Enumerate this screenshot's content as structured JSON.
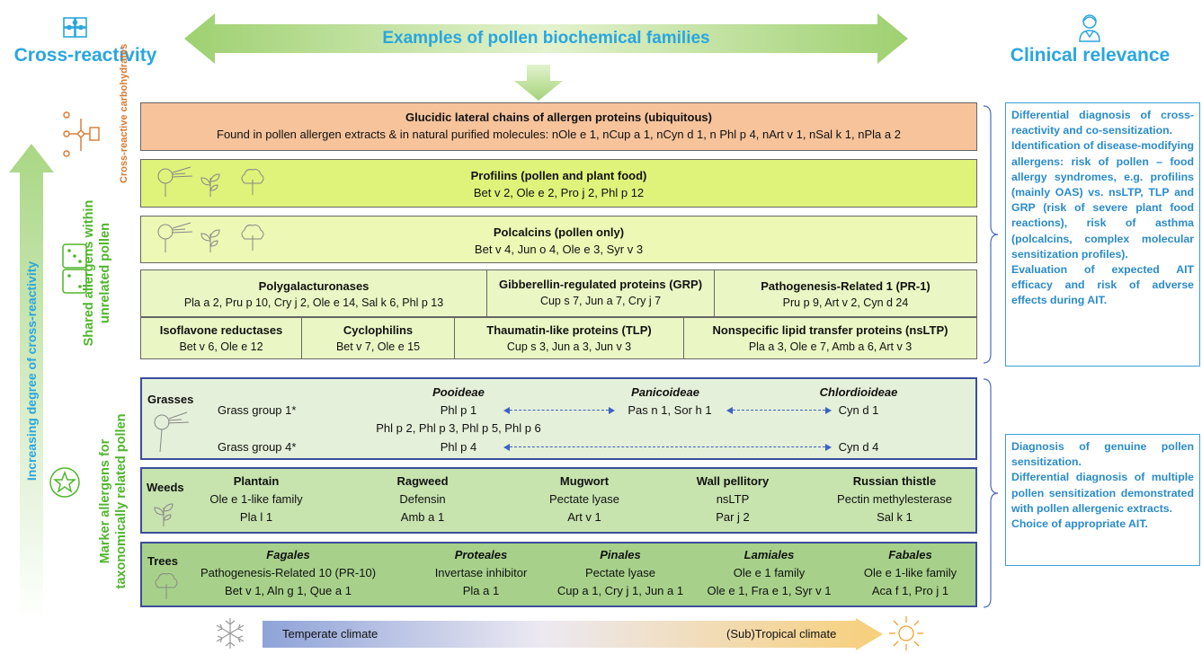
{
  "header": {
    "left_title": "Cross-reactivity",
    "center_title": "Examples of pollen biochemical families",
    "right_title": "Clinical relevance"
  },
  "left_axis": {
    "label": "Increasing degree of cross-reactivity",
    "section_carb": "Cross-reactive carbohydrates",
    "section_shared_1": "Shared allergens within",
    "section_shared_2": "unrelated pollen",
    "section_marker_1": "Marker allergens for",
    "section_marker_2": "taxonomically related pollen"
  },
  "rows": {
    "carb": {
      "title": "Glucidic lateral chains of allergen proteins (ubiquitous)",
      "text": "Found in pollen allergen extracts & in natural purified molecules: nOle e 1, nCup a 1, nCyn d 1, n Phl p 4, nArt v 1, nSal k 1, nPla a 2"
    },
    "profilins": {
      "title": "Profilins (pollen and plant food)",
      "text": "Bet v 2, Ole e 2, Pro j 2, Phl p 12"
    },
    "polcalcins": {
      "title": "Polcalcins (pollen only)",
      "text": "Bet v 4, Jun o 4, Ole e 3, Syr v 3"
    },
    "polygal": {
      "title": "Polygalacturonases",
      "text": "Pla a 2, Pru p 10, Cry j 2, Ole e 14, Sal k 6, Phl p 13"
    },
    "grp": {
      "title": "Gibberellin-regulated proteins (GRP)",
      "text": "Cup s 7, Jun a 7, Cry j 7"
    },
    "pr1": {
      "title": "Pathogenesis-Related 1 (PR-1)",
      "text": "Pru p 9, Art v 2, Cyn d 24"
    },
    "isoflavone": {
      "title": "Isoflavone reductases",
      "text": "Bet v 6, Ole e 12"
    },
    "cyclophilins": {
      "title": "Cyclophilins",
      "text": "Bet v 7, Ole e 15"
    },
    "tlp": {
      "title": "Thaumatin-like proteins (TLP)",
      "text": "Cup s 3, Jun a 3, Jun v 3"
    },
    "nsltp": {
      "title": "Nonspecific lipid transfer proteins (nsLTP)",
      "text": "Pla a 3, Ole e 7, Amb a 6, Art v 3"
    }
  },
  "grasses": {
    "label": "Grasses",
    "pooideae": "Pooideae",
    "panicoideae": "Panicoideae",
    "chlordioideae": "Chlordioideae",
    "group1": "Grass group 1*",
    "phl_p1": "Phl p 1",
    "pas_sor": "Pas n 1, Sor h 1",
    "cyn_d1": "Cyn d 1",
    "phl_mid": "Phl p 2, Phl p 3, Phl p 5, Phl p 6",
    "group4": "Grass group 4*",
    "phl_p4": "Phl p 4",
    "cyn_d4": "Cyn d 4"
  },
  "weeds": {
    "label": "Weeds",
    "cols": [
      {
        "name": "Plantain",
        "line1": "Ole e 1-like family",
        "line2": "Pla l 1"
      },
      {
        "name": "Ragweed",
        "line1": "Defensin",
        "line2": "Amb a 1"
      },
      {
        "name": "Mugwort",
        "line1": "Pectate lyase",
        "line2": "Art v 1"
      },
      {
        "name": "Wall pellitory",
        "line1": "nsLTP",
        "line2": "Par j 2"
      },
      {
        "name": "Russian thistle",
        "line1": "Pectin methylesterase",
        "line2": "Sal k 1"
      }
    ]
  },
  "trees": {
    "label": "Trees",
    "cols": [
      {
        "name": "Fagales",
        "line1": "Pathogenesis-Related 10 (PR-10)",
        "line2": "Bet v 1, Aln g 1, Que a 1"
      },
      {
        "name": "Proteales",
        "line1": "Invertase inhibitor",
        "line2": "Pla a 1"
      },
      {
        "name": "Pinales",
        "line1": "Pectate lyase",
        "line2": "Cup a 1, Cry j 1, Jun a 1"
      },
      {
        "name": "Lamiales",
        "line1": "Ole e 1 family",
        "line2": "Ole e 1, Fra e 1, Syr v 1"
      },
      {
        "name": "Fabales",
        "line1": "Ole e 1-like family",
        "line2": "Aca f 1, Pro j 1"
      }
    ]
  },
  "climate": {
    "left": "Temperate climate",
    "right": "(Sub)Tropical climate"
  },
  "clinical_top": [
    {
      "t": "Differential diagnosis of cross-reactivity and co-sensitization."
    },
    {
      "t": "Identification of disease-modifying allergens: risk of pollen – food allergy syndromes, e.g. profilins (mainly OAS) vs. nsLTP, TLP and GRP (risk of severe plant food reactions), risk of asthma (polcalcins, complex molecular sensitization profiles)."
    },
    {
      "t": "Evaluation of expected AIT efficacy and risk of adverse effects during AIT."
    }
  ],
  "clinical_bottom": [
    {
      "t": "Diagnosis of genuine pollen sensitization."
    },
    {
      "t": "Differential diagnosis of multiple pollen sensitization demonstrated with pollen allergenic extracts."
    },
    {
      "t": "Choice of appropriate AIT."
    }
  ],
  "colors": {
    "accent_blue": "#2aa6de",
    "green_label": "#4fb62c",
    "carb_label": "#d8782e"
  }
}
